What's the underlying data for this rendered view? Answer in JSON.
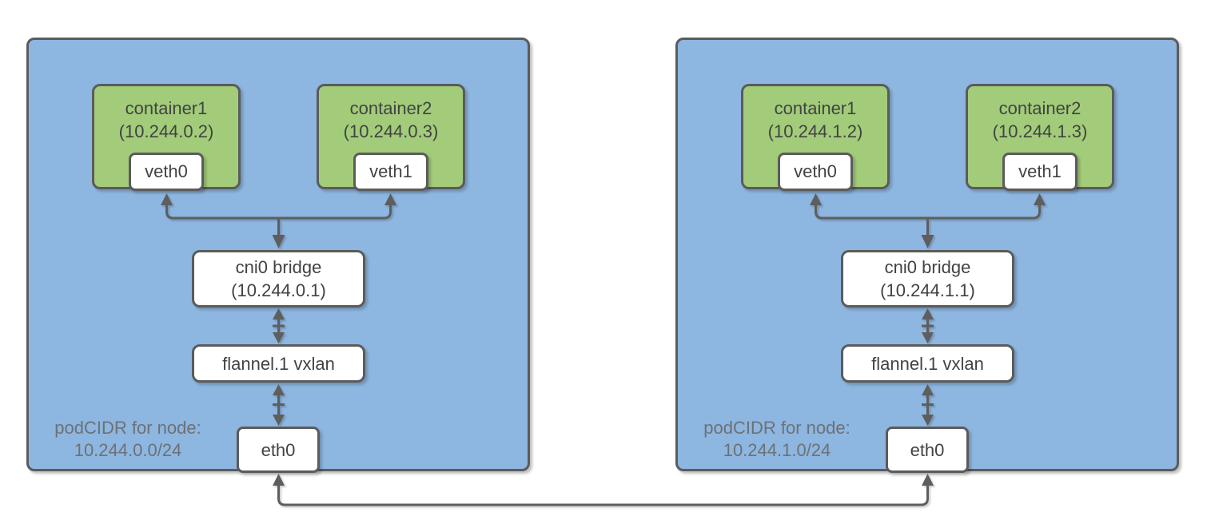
{
  "diagram": {
    "colors": {
      "node_fill": "#8DB6E0",
      "container_fill": "#A2CC7A",
      "box_fill": "#FFFFFF",
      "box_border": "#5B5B5B",
      "arrow": "#5E5E5E",
      "text": "#424242",
      "podcidr_text": "#6D7175"
    },
    "nodes": [
      {
        "podcidr_label": "podCIDR for node:",
        "podcidr_value": "10.244.0.0/24",
        "containers": [
          {
            "name": "container1",
            "ip": "(10.244.0.2)",
            "veth": "veth0"
          },
          {
            "name": "container2",
            "ip": "(10.244.0.3)",
            "veth": "veth1"
          }
        ],
        "bridge_name": "cni0 bridge",
        "bridge_ip": "(10.244.0.1)",
        "vxlan_label": "flannel.1 vxlan",
        "nic_label": "eth0"
      },
      {
        "podcidr_label": "podCIDR for node:",
        "podcidr_value": "10.244.1.0/24",
        "containers": [
          {
            "name": "container1",
            "ip": "(10.244.1.2)",
            "veth": "veth0"
          },
          {
            "name": "container2",
            "ip": "(10.244.1.3)",
            "veth": "veth1"
          }
        ],
        "bridge_name": "cni0 bridge",
        "bridge_ip": "(10.244.1.1)",
        "vxlan_label": "flannel.1 vxlan",
        "nic_label": "eth0"
      }
    ]
  }
}
